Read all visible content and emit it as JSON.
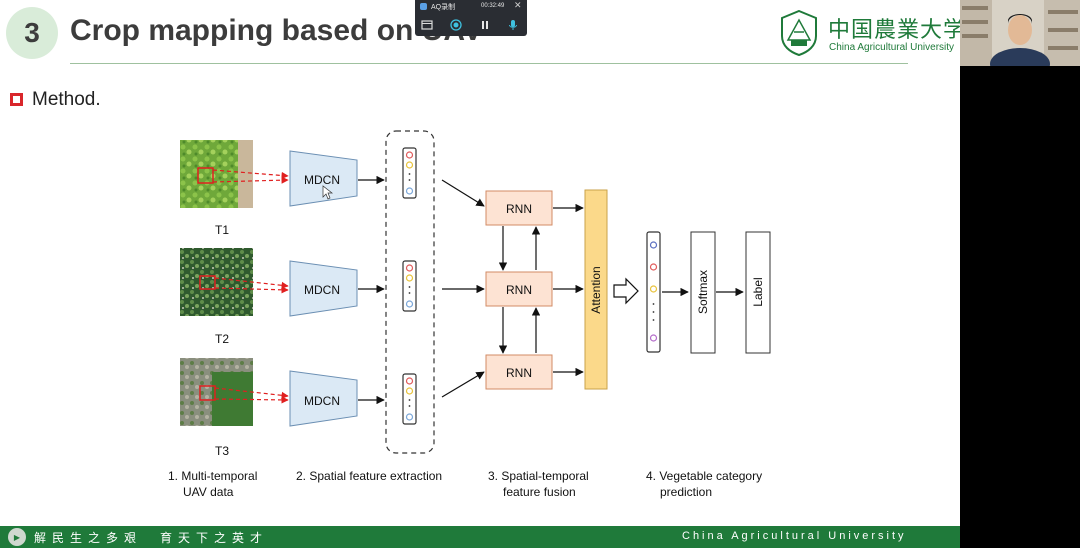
{
  "slide": {
    "section_number": "3",
    "title": "Crop mapping based on UAV",
    "university_cn": "中国農業大学",
    "university_en": "China Agricultural University",
    "bullet_text": "Method."
  },
  "diagram": {
    "time_labels": [
      "T1",
      "T2",
      "T3"
    ],
    "encoder_label": "MDCN",
    "rnn_label": "RNN",
    "attention_label": "Attention",
    "softmax_label": "Softmax",
    "output_label": "Label",
    "feature_colors": [
      "#e05a5a",
      "#e8c23a",
      "#7aa6d8"
    ],
    "step_captions": [
      [
        "1. Multi-temporal",
        "UAV data"
      ],
      [
        "2. Spatial feature extraction"
      ],
      [
        "3. Spatial-temporal",
        "feature fusion"
      ],
      [
        "4. Vegetable category",
        "prediction"
      ]
    ]
  },
  "footer": {
    "motto_left": "解民生之多艰",
    "motto_right": "育天下之英才",
    "english": "China Agricultural University"
  },
  "recorder": {
    "app_name": "AQ录制",
    "elapsed": "00:32:49"
  },
  "colors": {
    "brand_green": "#1f7a3a",
    "bullet_red": "#d9262b",
    "mdcn_fill": "#dbe9f5",
    "rnn_fill": "#fde3d3",
    "attention_fill": "#fbd98a"
  }
}
